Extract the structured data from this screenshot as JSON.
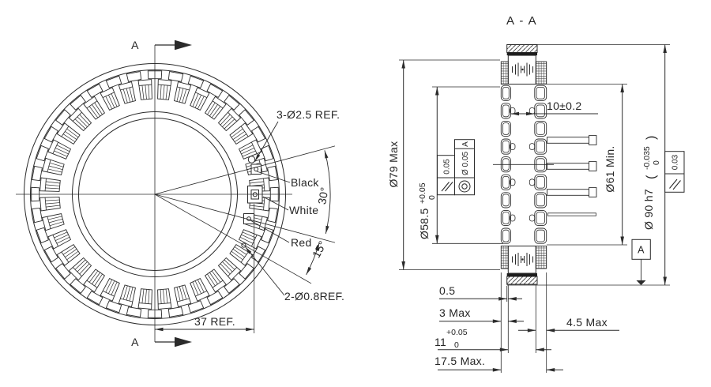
{
  "front_view": {
    "section_arrow_top": "A",
    "section_arrow_bottom": "A",
    "callout_mount_holes": "3-Ø2.5 REF.",
    "label_black": "Black",
    "label_white": "White",
    "label_red": "Red",
    "callout_wire_holes": "2-Ø0.8REF.",
    "dim_width": "37 REF.",
    "angle_30": "30°",
    "angle_15": "15°"
  },
  "section_view": {
    "title": "A - A",
    "dim_slot": "10±0.2",
    "dim_od_winding": "Ø79 Max",
    "dim_id": "Ø58.5",
    "dim_id_tol_upper": "+0.05",
    "dim_id_tol_lower": "0",
    "dim_id_winding": "Ø61 Min.",
    "dim_od": "Ø 90 h7",
    "dim_od_paren_open": "(",
    "dim_od_tol_dev": "-0.035",
    "dim_od_tol_zero": "0",
    "dim_od_paren_close": ")",
    "fcf_parallel_value": "0.05",
    "fcf_concentric_value": "Ø 0.05",
    "fcf_concentric_datum": "A",
    "fcf_runout_value": "0.03",
    "datum_label": "A",
    "dim_gap": "0.5",
    "dim_overhang_left": "3 Max",
    "dim_overhang_right": "4.5 Max",
    "dim_stack": "11",
    "dim_stack_tol_upper": "+0.05",
    "dim_stack_tol_lower": "0",
    "dim_total": "17.5 Max."
  },
  "colors": {
    "line": "#2b2b2b",
    "text": "#262626",
    "background": "#ffffff"
  }
}
